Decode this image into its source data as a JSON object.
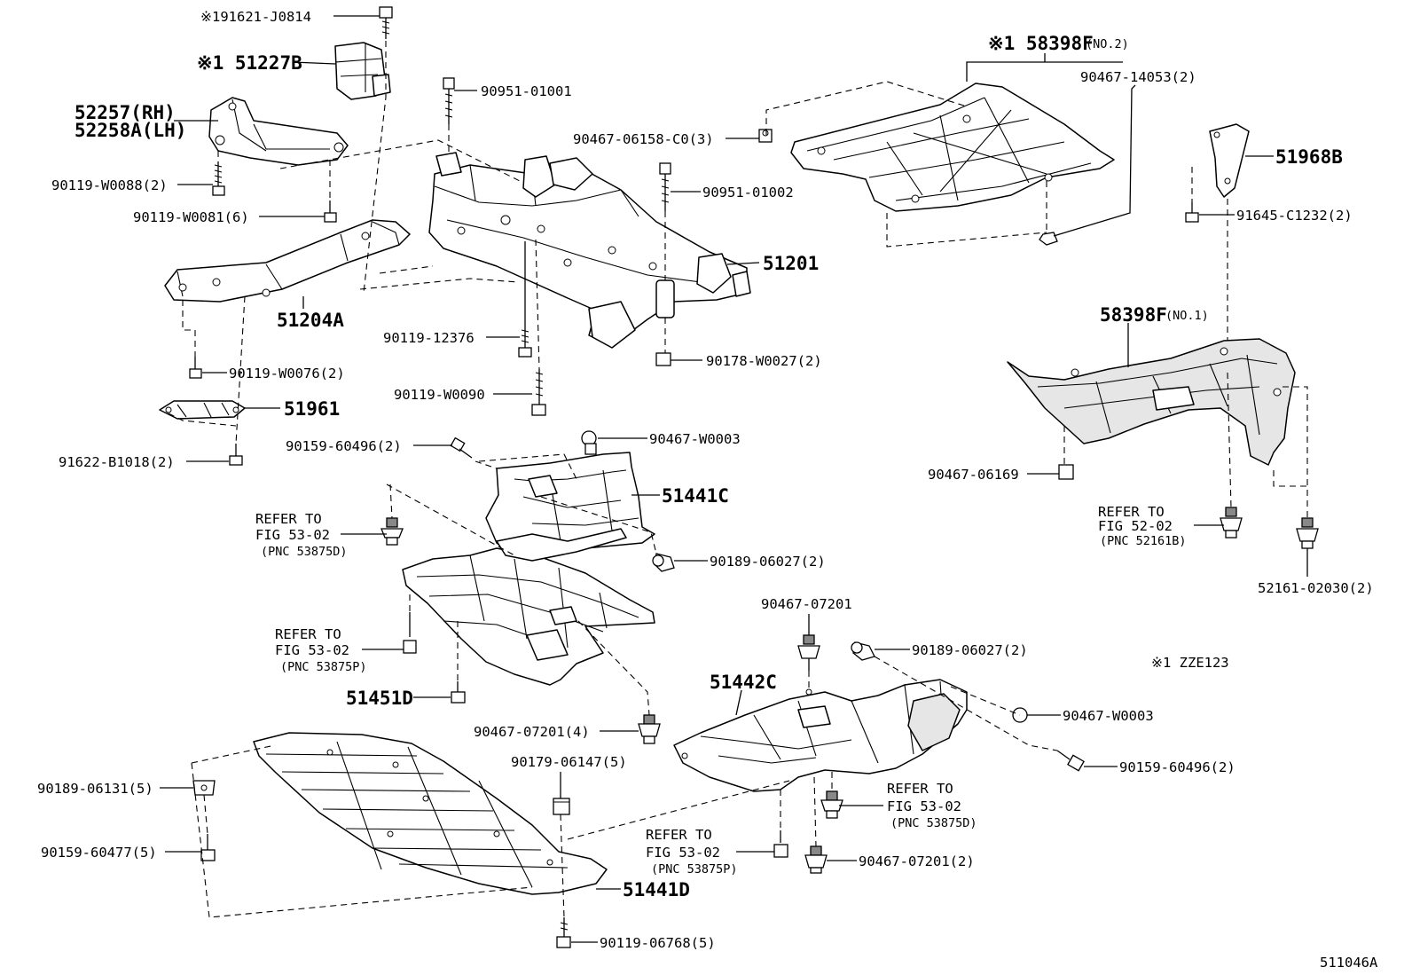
{
  "diagram_id": "511046A",
  "note": "※1 ZZE123",
  "labels": {
    "l01": "※191621-J0814",
    "l02": "※1 51227B",
    "l03": "52257(RH)",
    "l04": "52258A(LH)",
    "l05": "90119-W0088(2)",
    "l06": "90119-W0081(6)",
    "l07": "90951-01001",
    "l08": "90467-06158-C0(3)",
    "l09": "90951-01002",
    "l10": "51201",
    "l11": "51204A",
    "l12": "90119-12376",
    "l13": "90178-W0027(2)",
    "l14": "90119-W0076(2)",
    "l15": "90119-W0090",
    "l16": "51961",
    "l17": "90159-60496(2)",
    "l18": "90467-W0003",
    "l19": "91622-B1018(2)",
    "l20": "51441C",
    "l21a": "REFER TO",
    "l21b": "FIG 53-02",
    "l21c": "(PNC 53875D)",
    "l22": "90189-06027(2)",
    "l23a": "REFER TO",
    "l23b": "FIG 53-02",
    "l23c": "(PNC 53875P)",
    "l24": "51451D",
    "l25": "90467-07201(4)",
    "l26": "90179-06147(5)",
    "l27": "90189-06131(5)",
    "l28": "90159-60477(5)",
    "l29": "51441D",
    "l30": "90119-06768(5)",
    "l31": "※1 58398F",
    "l31b": "(NO.2)",
    "l32": "90467-14053(2)",
    "l33": "51968B",
    "l34": "91645-C1232(2)",
    "l35": "58398F",
    "l35b": "(NO.1)",
    "l36": "90467-06169",
    "l37a": "REFER TO",
    "l37b": "FIG 52-02",
    "l37c": "(PNC 52161B)",
    "l38": "52161-02030(2)",
    "l39": "90467-07201",
    "l40": "90189-06027(2)",
    "l41": "51442C",
    "l42": "90467-W0003",
    "l43": "90159-60496(2)",
    "l44a": "REFER TO",
    "l44b": "FIG 53-02",
    "l44c": "(PNC 53875D)",
    "l45a": "REFER TO",
    "l45b": "FIG 53-02",
    "l45c": "(PNC 53875P)",
    "l46": "90467-07201(2)"
  }
}
